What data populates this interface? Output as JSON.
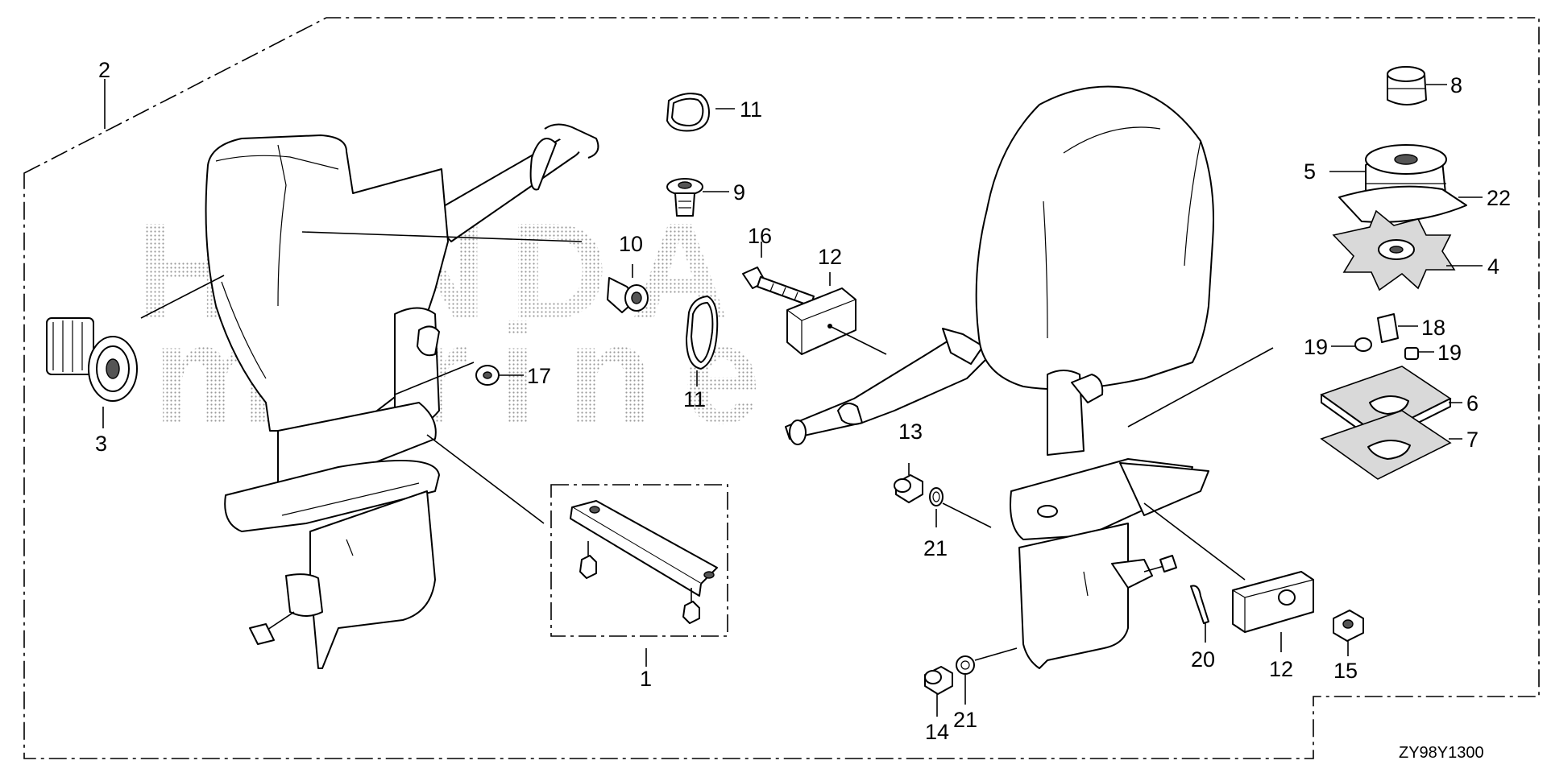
{
  "watermark": {
    "line1": "HONDA",
    "line2": "marine"
  },
  "diagram_code": "ZY98Y1300",
  "callouts": {
    "c1": "1",
    "c2": "2",
    "c3": "3",
    "c4": "4",
    "c5": "5",
    "c6": "6",
    "c7": "7",
    "c8": "8",
    "c9": "9",
    "c10": "10",
    "c11a": "11",
    "c11b": "11",
    "c12a": "12",
    "c12b": "12",
    "c13": "13",
    "c14": "14",
    "c15": "15",
    "c16": "16",
    "c17": "17",
    "c18": "18",
    "c19a": "19",
    "c19b": "19",
    "c20": "20",
    "c21a": "21",
    "c21b": "21",
    "c22": "22"
  }
}
